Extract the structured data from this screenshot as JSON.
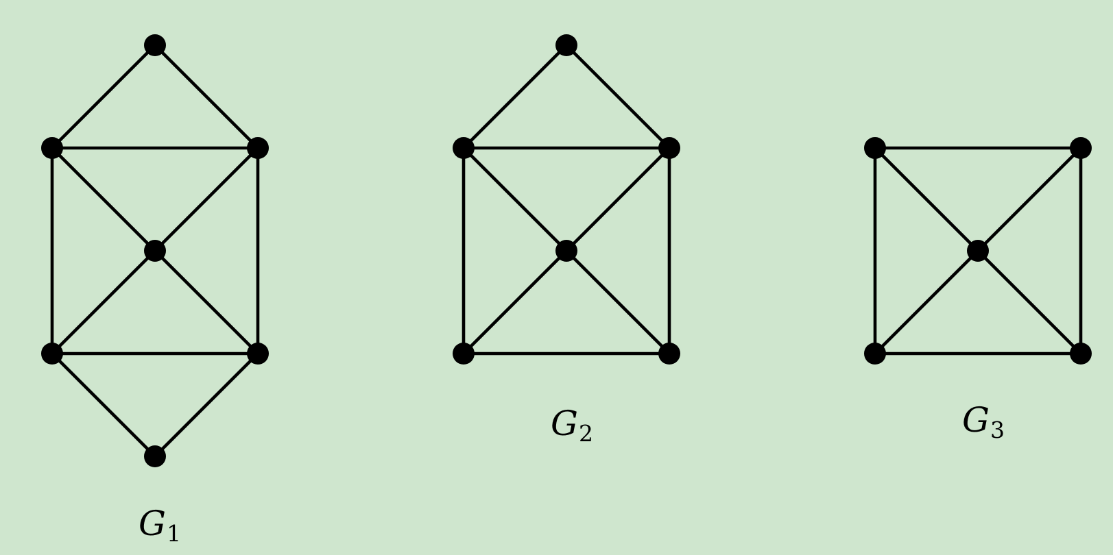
{
  "colors": {
    "background": "#cfe6ce",
    "ink": "#000000"
  },
  "graphs": [
    {
      "id": "G1",
      "label": {
        "letter": "G",
        "subscript": "1"
      },
      "vertices": [
        "top",
        "upper-left",
        "upper-right",
        "center",
        "lower-left",
        "lower-right",
        "bottom"
      ],
      "edges": [
        [
          "top",
          "upper-left"
        ],
        [
          "top",
          "upper-right"
        ],
        [
          "upper-left",
          "upper-right"
        ],
        [
          "upper-left",
          "lower-left"
        ],
        [
          "upper-right",
          "lower-right"
        ],
        [
          "upper-left",
          "center"
        ],
        [
          "upper-right",
          "center"
        ],
        [
          "lower-left",
          "center"
        ],
        [
          "lower-right",
          "center"
        ],
        [
          "lower-left",
          "lower-right"
        ],
        [
          "lower-left",
          "bottom"
        ],
        [
          "lower-right",
          "bottom"
        ]
      ]
    },
    {
      "id": "G2",
      "label": {
        "letter": "G",
        "subscript": "2"
      },
      "vertices": [
        "top",
        "upper-left",
        "upper-right",
        "center",
        "lower-left",
        "lower-right"
      ],
      "edges": [
        [
          "top",
          "upper-left"
        ],
        [
          "top",
          "upper-right"
        ],
        [
          "upper-left",
          "upper-right"
        ],
        [
          "upper-left",
          "lower-left"
        ],
        [
          "upper-right",
          "lower-right"
        ],
        [
          "upper-left",
          "center"
        ],
        [
          "upper-right",
          "center"
        ],
        [
          "lower-left",
          "center"
        ],
        [
          "lower-right",
          "center"
        ],
        [
          "lower-left",
          "lower-right"
        ]
      ]
    },
    {
      "id": "G3",
      "label": {
        "letter": "G",
        "subscript": "3"
      },
      "vertices": [
        "upper-left",
        "upper-right",
        "center",
        "lower-left",
        "lower-right"
      ],
      "edges": [
        [
          "upper-left",
          "upper-right"
        ],
        [
          "upper-left",
          "lower-left"
        ],
        [
          "upper-right",
          "lower-right"
        ],
        [
          "upper-left",
          "center"
        ],
        [
          "upper-right",
          "center"
        ],
        [
          "lower-left",
          "center"
        ],
        [
          "lower-right",
          "center"
        ],
        [
          "lower-left",
          "lower-right"
        ]
      ]
    }
  ]
}
